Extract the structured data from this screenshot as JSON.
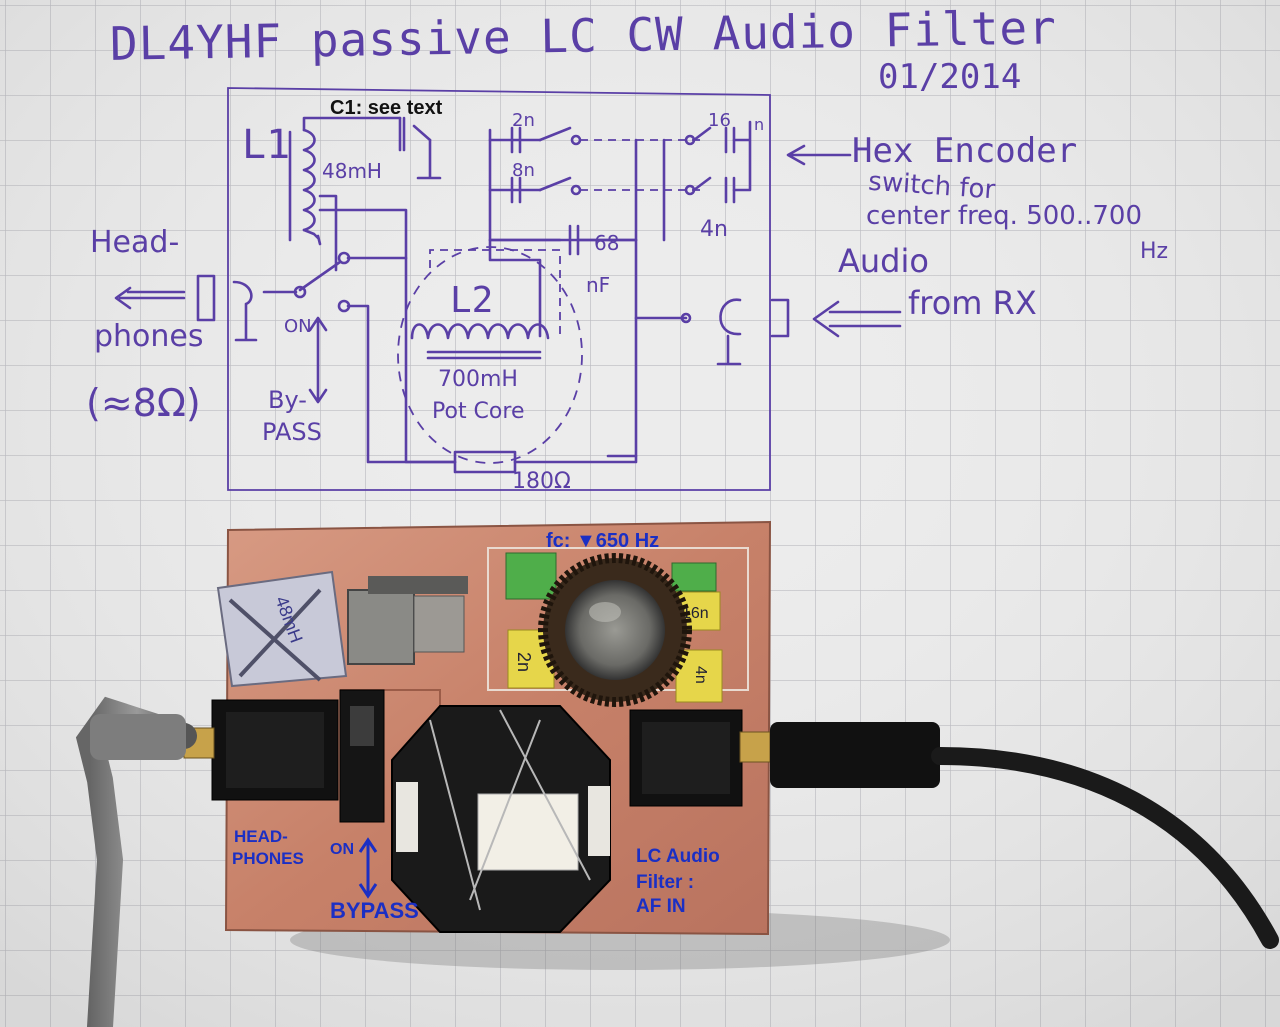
{
  "title": "DL4YHF passive LC CW Audio Filter",
  "date": "01/2014",
  "schematic": {
    "c1_note": "C1: see text",
    "l1": "L1",
    "l1_value": "48mH",
    "l2": "L2",
    "l2_value": "700mH",
    "l2_type": "Pot Core",
    "cap_2n": "2n",
    "cap_8n": "8n",
    "cap_16n": "16",
    "cap_4n": "4n",
    "cap_68": "68",
    "cap_68_unit": "nF",
    "switch_n": "n",
    "resistor": "180Ω",
    "on": "ON",
    "bypass_1": "By-",
    "bypass_2": "PASS",
    "headphones_1": "Head-",
    "headphones_2": "phones",
    "headphones_3": "(≈8Ω)",
    "hex_1": "Hex Encoder",
    "hex_2": "switch for",
    "hex_3": "center freq. 500..700",
    "hex_4": "Hz",
    "audio_1": "Audio",
    "audio_2": "from RX"
  },
  "board": {
    "fc_label": "fc: ▼650 Hz",
    "headphones_1": "HEAD-",
    "headphones_2": "PHONES",
    "on": "ON",
    "bypass": "BYPASS",
    "filter_1": "LC Audio",
    "filter_2": "Filter :",
    "filter_3": "AF IN",
    "cap_2n": "2n",
    "cap_4n": "4n",
    "cap_16n": "16n",
    "l1_marking": "48mH"
  },
  "colors": {
    "ink": "#5a3fa6",
    "paper": "#eeeeee",
    "grid": "#b9b9bf",
    "copper": "#c9856b",
    "marker": "#1b2fc4"
  }
}
